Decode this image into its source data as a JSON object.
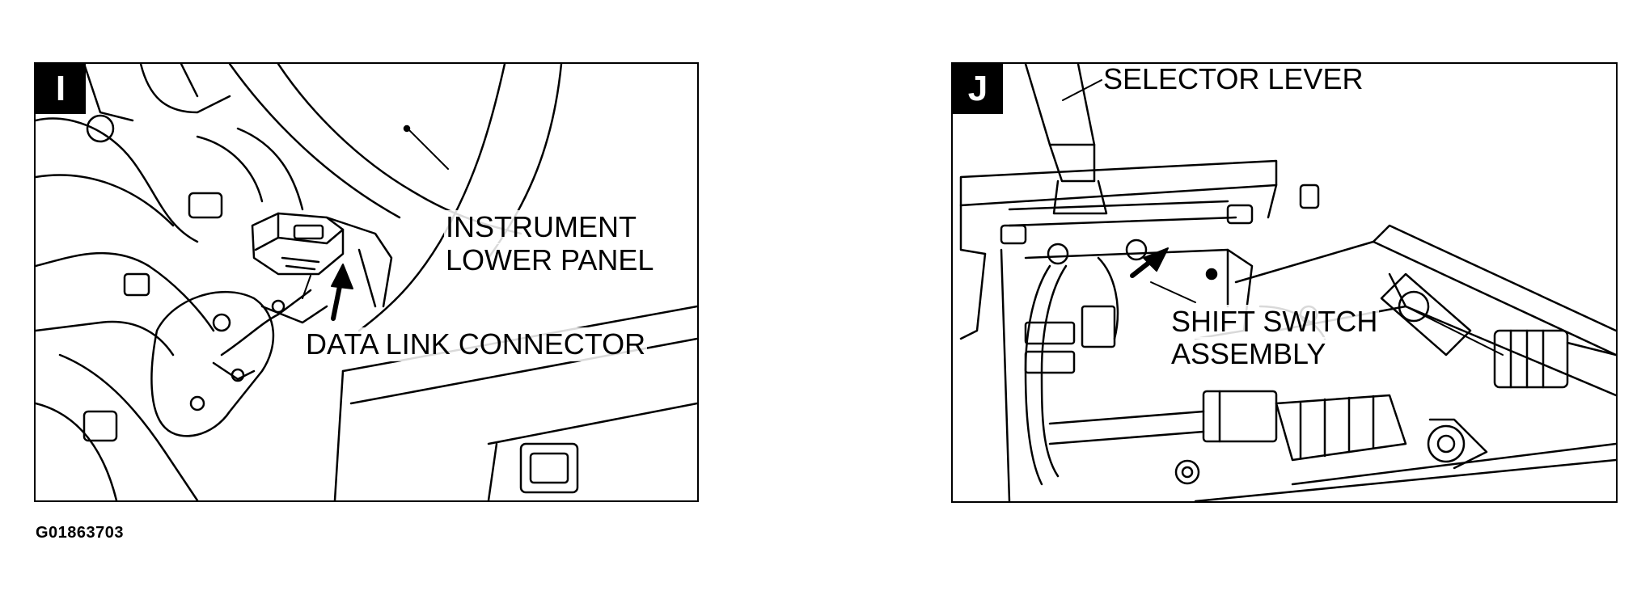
{
  "figures": [
    {
      "badge": "I",
      "callouts": {
        "instrument_panel_line1": "INSTRUMENT",
        "instrument_panel_line2": "LOWER PANEL",
        "data_link_connector": "DATA LINK CONNECTOR"
      }
    },
    {
      "badge": "J",
      "callouts": {
        "selector_lever": "SELECTOR LEVER",
        "shift_switch_line1": "SHIFT SWITCH",
        "shift_switch_line2": "ASSEMBLY"
      }
    }
  ],
  "figure_id": "G01863703"
}
